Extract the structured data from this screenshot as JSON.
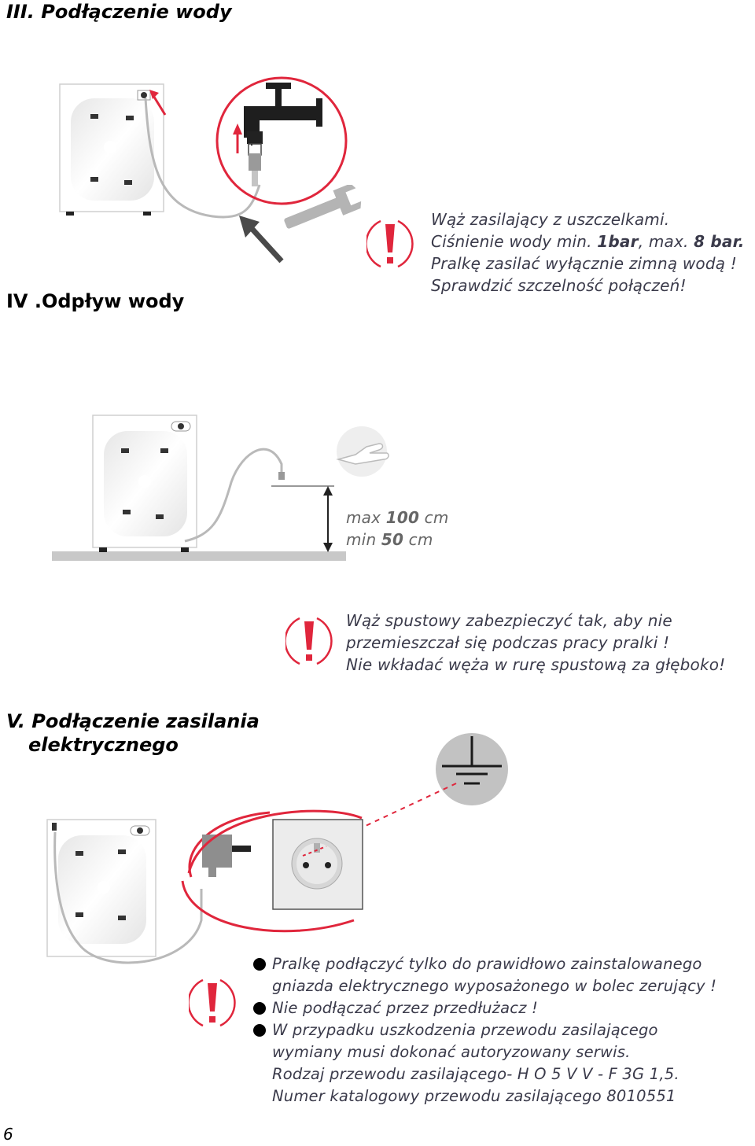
{
  "sections": {
    "water_connection_title": "III. Podłączenie wody",
    "drain_title": "IV .Odpływ wody",
    "power_title_line1": "V. Podłączenie zasilania",
    "power_title_line2": "elektrycznego"
  },
  "water_notes": {
    "line1": "Wąż zasilający z uszczelkami.",
    "line2_prefix": "Ciśnienie wody min. ",
    "line2_min": "1bar",
    "line2_mid": ",  max. ",
    "line2_max": "8 bar.",
    "line3": "Pralkę zasilać wyłącznie zimną wodą !",
    "line4": "Sprawdzić szczelność połączeń!"
  },
  "drain_heights": {
    "max_label": "max ",
    "max_value": "100",
    "max_unit": " cm",
    "min_label": "min ",
    "min_value": "50",
    "min_unit": " cm"
  },
  "drain_notes": {
    "line1": "Wąż spustowy  zabezpieczyć tak, aby nie",
    "line2": "przemieszczał się podczas pracy pralki !",
    "line3": "Nie wkładać węża w rurę spustową za głęboko!"
  },
  "power_notes": {
    "b1_line1": "Pralkę podłączyć tylko do prawidłowo zainstalowanego",
    "b1_line2": "gniazda elektrycznego wyposażonego w bolec zerujący !",
    "b2": "Nie podłączać przez przedłużacz !",
    "b3_line1": "W przypadku uszkodzenia przewodu zasilającego",
    "b3_line2": "wymiany musi dokonać autoryzowany serwis.",
    "line5": "Rodzaj przewodu zasilającego- H O 5 V V - F 3G 1,5.",
    "line6": "Numer katalogowy przewodu zasilającego 8010551"
  },
  "page_number": "6",
  "colors": {
    "warning_red": "#e0263c",
    "hose_gray": "#b9b9b9",
    "dark_gray": "#4a4a4a",
    "floor_gray": "#c8c8c8"
  },
  "icons": [
    "exclamation-icon",
    "wrench-icon",
    "water-tap-icon",
    "hand-icon",
    "ground-symbol-icon",
    "power-plug-icon",
    "wall-socket-icon"
  ]
}
